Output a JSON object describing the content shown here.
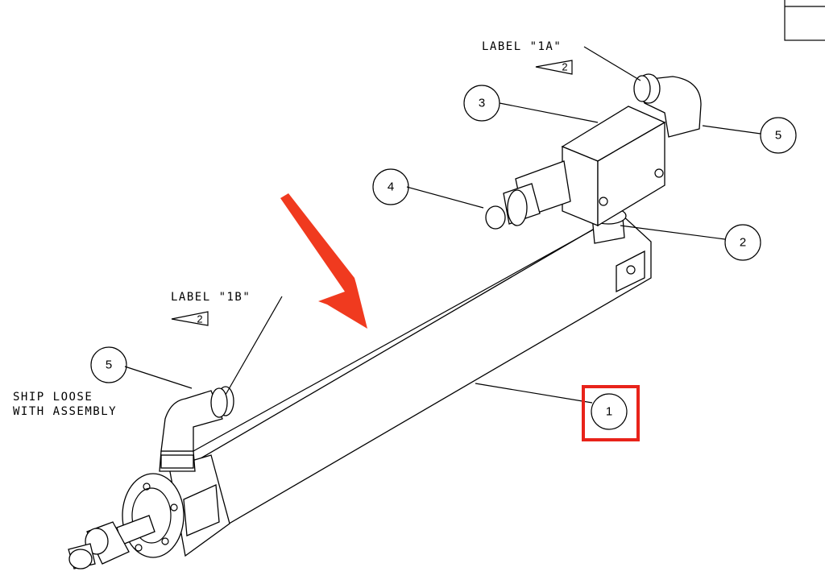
{
  "labels": {
    "label_1a": "LABEL \"1A\"",
    "label_1b": "LABEL \"1B\"",
    "rev_1a": "2",
    "rev_1b": "2",
    "ship_loose_line1": "SHIP LOOSE",
    "ship_loose_line2": "WITH ASSEMBLY"
  },
  "balloons": [
    {
      "id": "balloon-1",
      "number": "1"
    },
    {
      "id": "balloon-2",
      "number": "2"
    },
    {
      "id": "balloon-3",
      "number": "3"
    },
    {
      "id": "balloon-4",
      "number": "4"
    },
    {
      "id": "balloon-5-top",
      "number": "5"
    },
    {
      "id": "balloon-5-left",
      "number": "5"
    }
  ],
  "annotations": {
    "highlight_color": "#e8231a",
    "arrow_color": "#f03a1f",
    "highlighted_item": "1"
  }
}
